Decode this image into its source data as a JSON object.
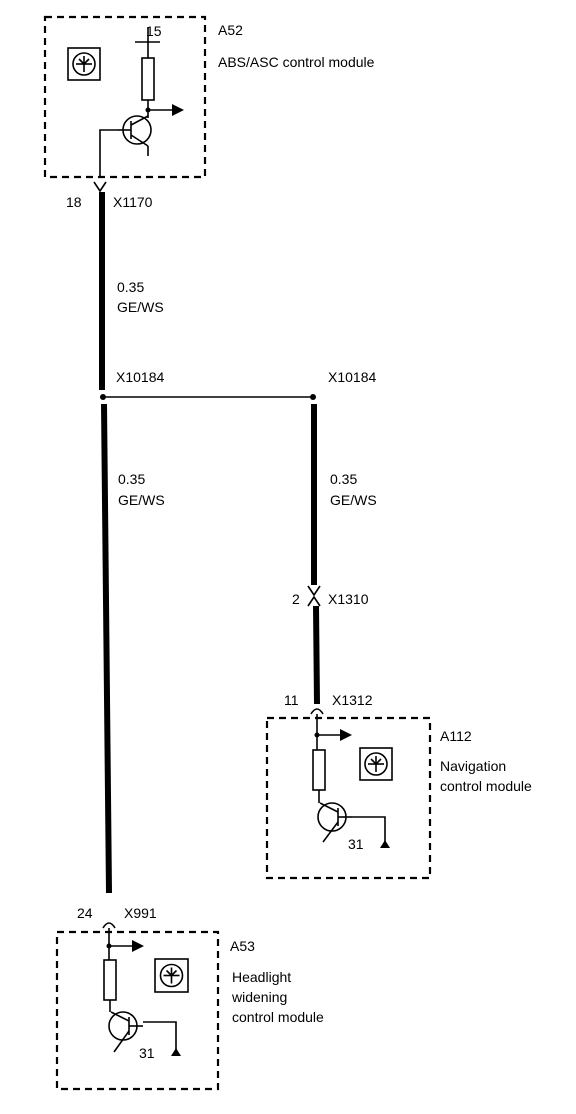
{
  "modules": {
    "a52": {
      "id": "A52",
      "name_line1": "ABS/ASC  control module",
      "pin_top": "15"
    },
    "a112": {
      "id": "A112",
      "name_line1": "Navigation",
      "name_line2": "control module",
      "ground": "31"
    },
    "a53": {
      "id": "A53",
      "name_line1": "Headlight",
      "name_line2": "widening",
      "name_line3": "control module",
      "ground": "31"
    }
  },
  "connectors": {
    "x1170": {
      "pin": "18",
      "name": "X1170"
    },
    "x10184_left": {
      "name": "X10184"
    },
    "x10184_right": {
      "name": "X10184"
    },
    "x1310": {
      "pin": "2",
      "name": "X1310"
    },
    "x1312": {
      "pin": "11",
      "name": "X1312"
    },
    "x991": {
      "pin": "24",
      "name": "X991"
    }
  },
  "wires": {
    "w1": {
      "size": "0.35",
      "color": "GE/WS"
    },
    "w2": {
      "size": "0.35",
      "color": "GE/WS"
    },
    "w3": {
      "size": "0.35",
      "color": "GE/WS"
    }
  }
}
